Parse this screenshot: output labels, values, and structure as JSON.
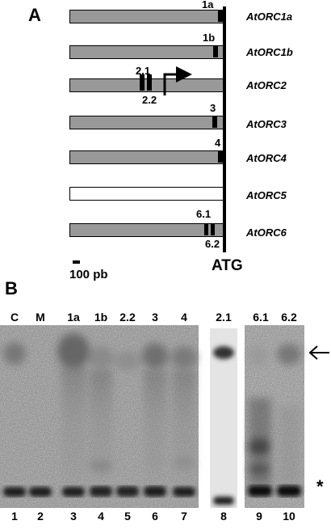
{
  "panel_a": {
    "letter": "A",
    "bar_color": "#999999",
    "genes": [
      {
        "label": "AtORC1a",
        "sites": [
          "1a"
        ]
      },
      {
        "label": "AtORC1b",
        "sites": [
          "1b"
        ]
      },
      {
        "label": "AtORC2",
        "sites": [
          "2.1",
          "2.2"
        ]
      },
      {
        "label": "AtORC3",
        "sites": [
          "3"
        ]
      },
      {
        "label": "AtORC4",
        "sites": [
          "4"
        ]
      },
      {
        "label": "AtORC5",
        "sites": []
      },
      {
        "label": "AtORC6",
        "sites": [
          "6.1",
          "6.2"
        ]
      }
    ],
    "scale_label": "100 pb",
    "atg_label": "ATG",
    "icons": [
      "transcription-start-arrow-icon"
    ]
  },
  "panel_b": {
    "letter": "B",
    "lane_headers": [
      "C",
      "M",
      "1a",
      "1b",
      "2.2",
      "3",
      "4",
      "2.1",
      "6.1",
      "6.2"
    ],
    "lane_numbers": [
      "1",
      "2",
      "3",
      "4",
      "5",
      "6",
      "7",
      "8",
      "9",
      "10"
    ],
    "marker_asterisk": "*",
    "icons": [
      "arrow-left-icon"
    ]
  }
}
